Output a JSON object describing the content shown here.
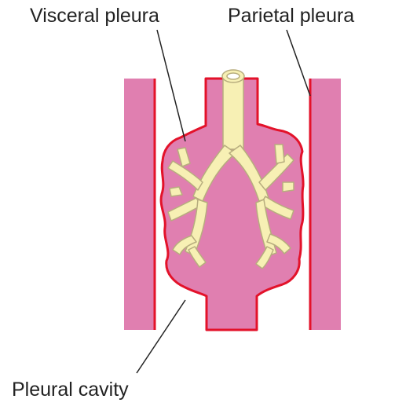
{
  "labels": {
    "visceral_pleura": "Visceral pleura",
    "parietal_pleura": "Parietal pleura",
    "pleural_cavity": "Pleural cavity"
  },
  "colors": {
    "tissue_pink": "#e07fb0",
    "pleura_red": "#e3122a",
    "airway_yellow": "#f7f0b4",
    "airway_outline": "#b7ad7e",
    "leader_line": "#222222"
  }
}
